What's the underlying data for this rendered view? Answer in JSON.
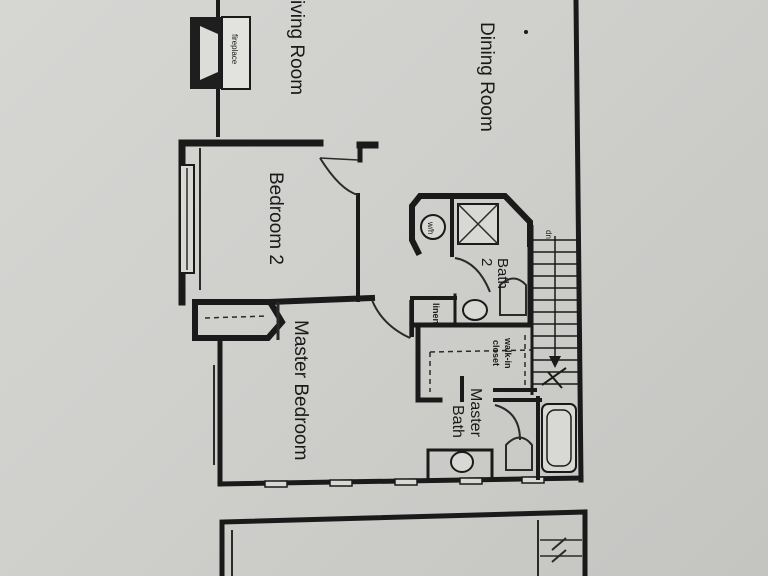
{
  "rooms": {
    "living_room": "iving Room",
    "dining_room": "Dining Room",
    "bedroom_2": "Bedroom 2",
    "master_bedroom": "Master Bedroom",
    "bath_2_line1": "Bath",
    "bath_2_line2": "2",
    "master_bath_line1": "Master",
    "master_bath_line2": "Bath"
  },
  "fixtures": {
    "fireplace": "fireplace",
    "washer": "w/h",
    "linen": "linen",
    "closet_line1": "walk-in",
    "closet_line2": "closet",
    "stairs": "dn"
  },
  "colors": {
    "paper": "#d2d2cf",
    "ink": "#1a1a1a"
  }
}
